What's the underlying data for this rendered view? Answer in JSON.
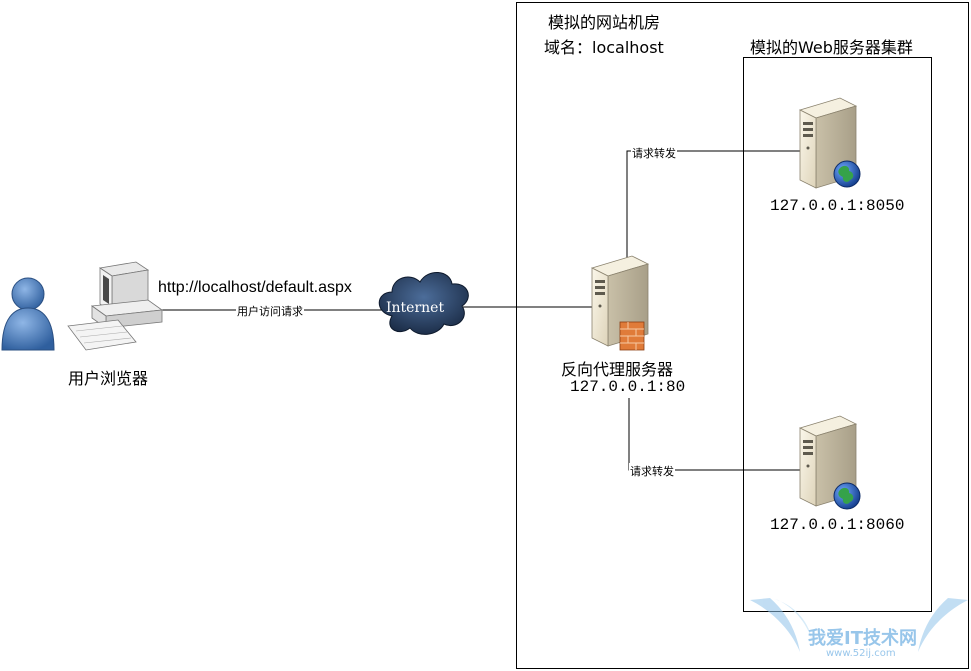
{
  "datacenter": {
    "title": "模拟的网站机房",
    "domain": "域名：localhost"
  },
  "cluster": {
    "title": "模拟的Web服务器集群"
  },
  "user": {
    "label": "用户浏览器",
    "url": "http://localhost/default.aspx",
    "request_label": "用户访问请求"
  },
  "internet": {
    "label": "Internet"
  },
  "proxy": {
    "label": "反向代理服务器",
    "address": "127.0.0.1:80"
  },
  "servers": [
    {
      "address": "127.0.0.1:8050",
      "edge_label": "请求转发"
    },
    {
      "address": "127.0.0.1:8060",
      "edge_label": "请求转发"
    }
  ],
  "watermark": {
    "text": "我爱IT技术网",
    "url": "www.52ij.com"
  },
  "colors": {
    "person": "#3f74b4",
    "cloud": "#1e3456",
    "server_body": "#efe7d2",
    "globe": "#2563c9",
    "firewall": "#e07b39"
  }
}
